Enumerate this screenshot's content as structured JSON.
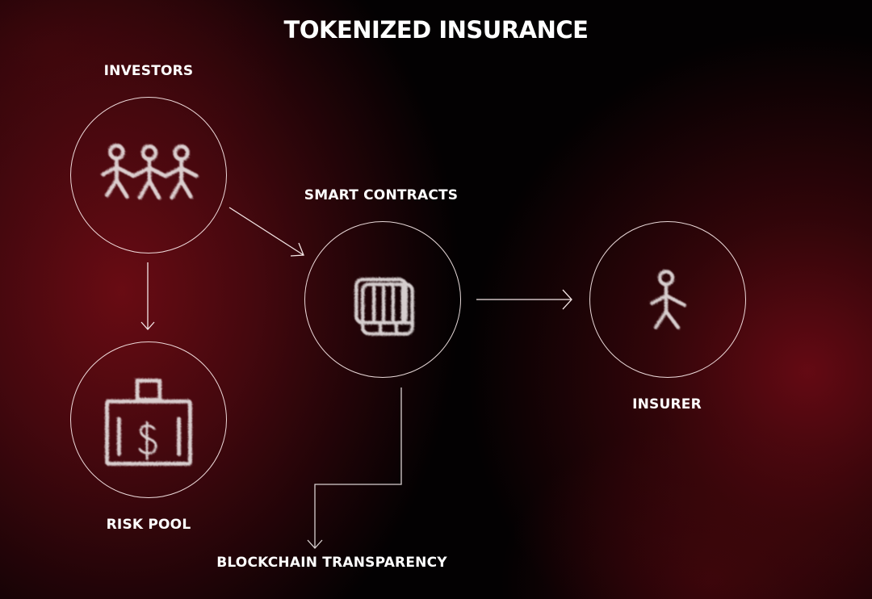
{
  "title": "TOKENIZED INSURANCE",
  "colors": {
    "background_dark": "#030102",
    "background_red": "#6e0c14",
    "stroke": "#ffffff",
    "text": "#ffffff"
  },
  "nodes": {
    "investors": {
      "label": "INVESTORS",
      "icon": "three-people-holding-hands-icon"
    },
    "smart_contracts": {
      "label": "SMART CONTRACTS",
      "icon": "contract-stack-icon"
    },
    "insurer": {
      "label": "INSURER",
      "icon": "stick-figure-icon"
    },
    "risk_pool": {
      "label": "RISK POOL",
      "icon": "money-bag-dollar-icon"
    },
    "blockchain_transparency": {
      "label": "BLOCKCHAIN TRANSPARENCY"
    }
  },
  "edges": [
    {
      "from": "investors",
      "to": "smart_contracts"
    },
    {
      "from": "investors",
      "to": "risk_pool"
    },
    {
      "from": "smart_contracts",
      "to": "insurer"
    },
    {
      "from": "smart_contracts",
      "to": "blockchain_transparency"
    }
  ]
}
